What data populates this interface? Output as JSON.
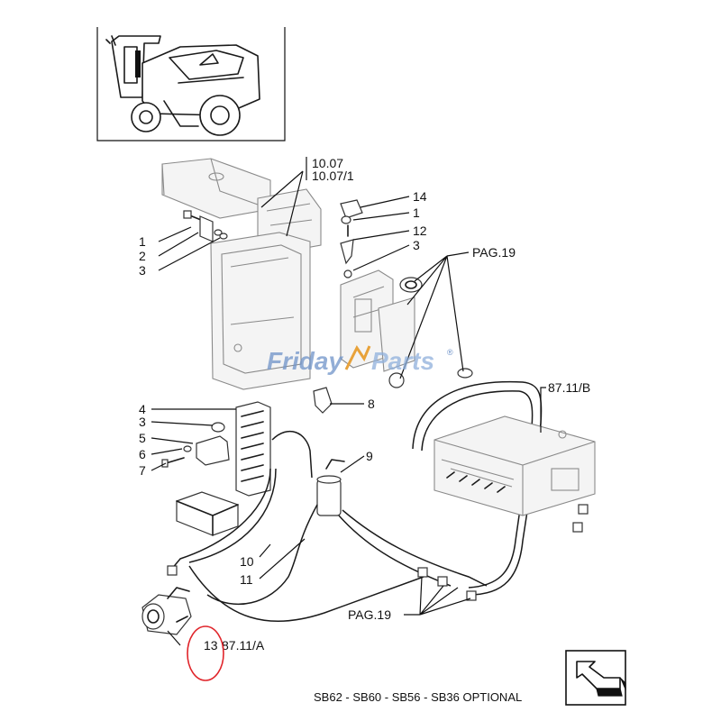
{
  "watermark": {
    "word1": "Friday",
    "word2": "Parts",
    "mark": "®",
    "color": "#6f93c9"
  },
  "crossrefs": {
    "frame_top": "10.07",
    "frame_bottom": "10.07/1",
    "page19_top": "PAG.19",
    "page19_bottom": "PAG.19",
    "pipe_ref": "87.11/B",
    "compressor_ref": "87.11/A"
  },
  "callouts": {
    "c14": "14",
    "c1_right": "1",
    "c12": "12",
    "c3_right": "3",
    "c1_left": "1",
    "c2_left": "2",
    "c3_left": "3",
    "c4": "4",
    "c3_mid": "3",
    "c5": "5",
    "c6": "6",
    "c7": "7",
    "c8": "8",
    "c9": "9",
    "c10": "10",
    "c11": "11",
    "c13": "13"
  },
  "footer": {
    "models": "SB62 - SB60 - SB56 - SB36 OPTIONAL"
  },
  "highlight": {
    "color": "#e0242a",
    "target": "13"
  }
}
